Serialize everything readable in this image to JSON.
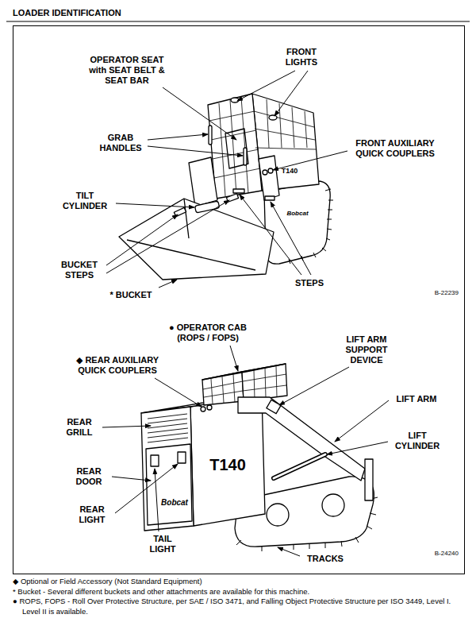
{
  "diagram": {
    "title": "LOADER IDENTIFICATION",
    "labels": [
      "OPERATOR SEAT with SEAT BELT & SEAT BAR",
      "FRONT LIGHTS",
      "GRAB HANDLES",
      "FRONT AUXILIARY QUICK COUPLERS",
      "TILT CYLINDER",
      "BUCKET STEPS",
      "STEPS",
      "* BUCKET",
      "B-22239",
      "T140",
      "Bobcat",
      "● OPERATOR CAB (ROPS / FOPS)",
      "◆ REAR AUXILIARY QUICK COUPLERS",
      "LIFT ARM SUPPORT DEVICE",
      "LIFT ARM",
      "REAR GRILL",
      "LIFT CYLINDER",
      "REAR DOOR",
      "REAR LIGHT",
      "TAIL LIGHT",
      "TRACKS",
      "B-24240",
      "T140",
      "Bobcat",
      "◆ Optional or Field Accessory (Not Standard Equipment)",
      "* Bucket - Several different buckets and other attachments are available for this machine.",
      "● ROPS, FOPS - Roll Over Protective Structure, per SAE / ISO 3471, and Falling Object Protective Structure per ISO 3449, Level I. Level II is available."
    ]
  }
}
